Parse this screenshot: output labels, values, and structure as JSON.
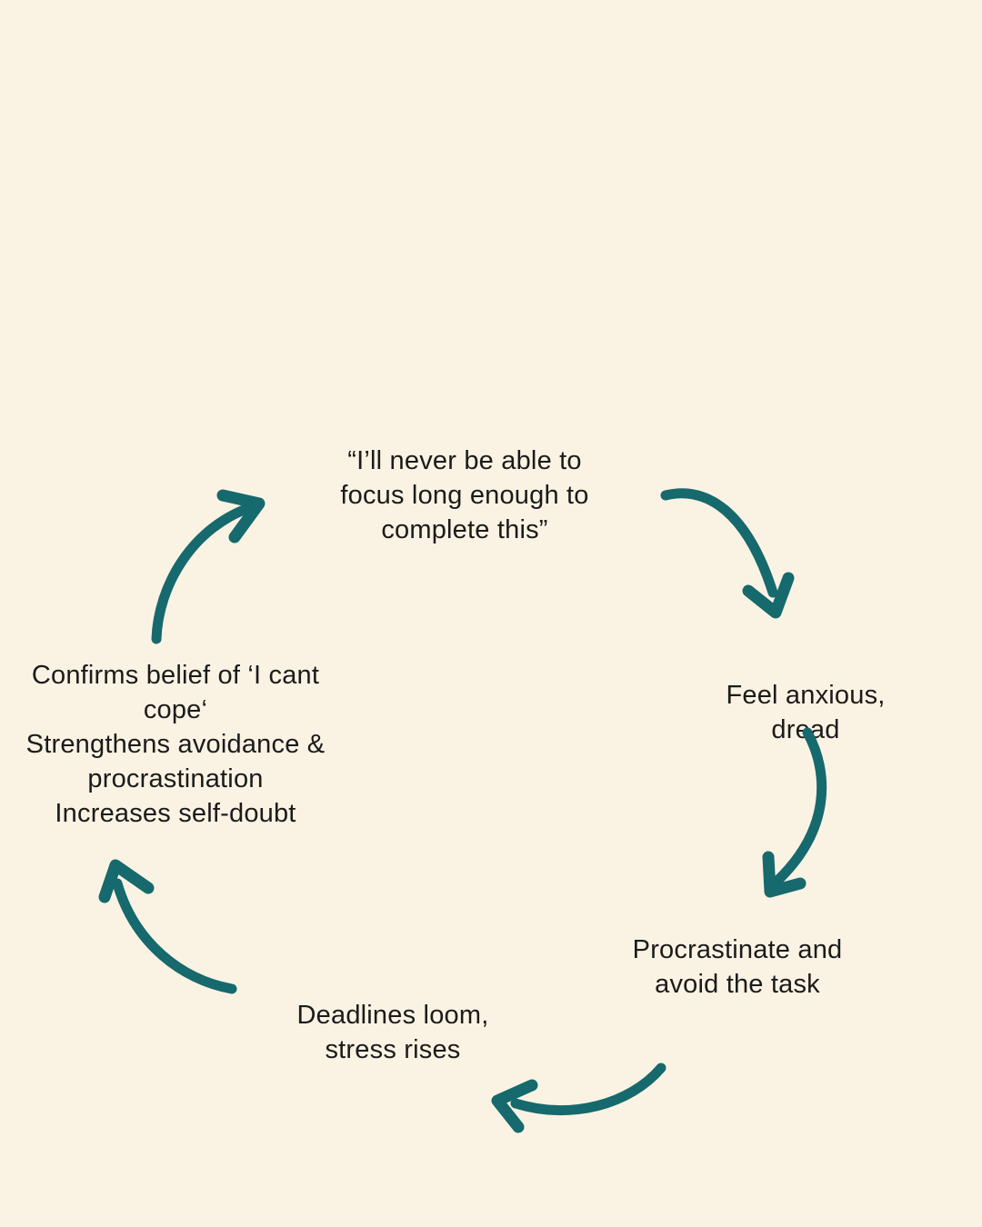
{
  "diagram": {
    "type": "cycle",
    "colors": {
      "background": "#FAF3E4",
      "arrow": "#16696C",
      "text": "#1C1B1A"
    },
    "nodes": [
      {
        "id": "thought",
        "text": "“I’ll never be able to\nfocus long enough to\ncomplete this”"
      },
      {
        "id": "anxiety",
        "text": "Feel anxious, dread"
      },
      {
        "id": "procrastinate",
        "text": "Procrastinate and\navoid the task"
      },
      {
        "id": "deadlines",
        "text": "Deadlines loom,\nstress rises"
      },
      {
        "id": "confirms",
        "text": "Confirms belief of ‘I cant\ncope‘\nStrengthens avoidance &\nprocrastination\nIncreases self-doubt"
      }
    ],
    "flow": [
      "thought -> anxiety",
      "anxiety -> procrastinate",
      "procrastinate -> deadlines",
      "deadlines -> confirms",
      "confirms -> thought"
    ]
  }
}
